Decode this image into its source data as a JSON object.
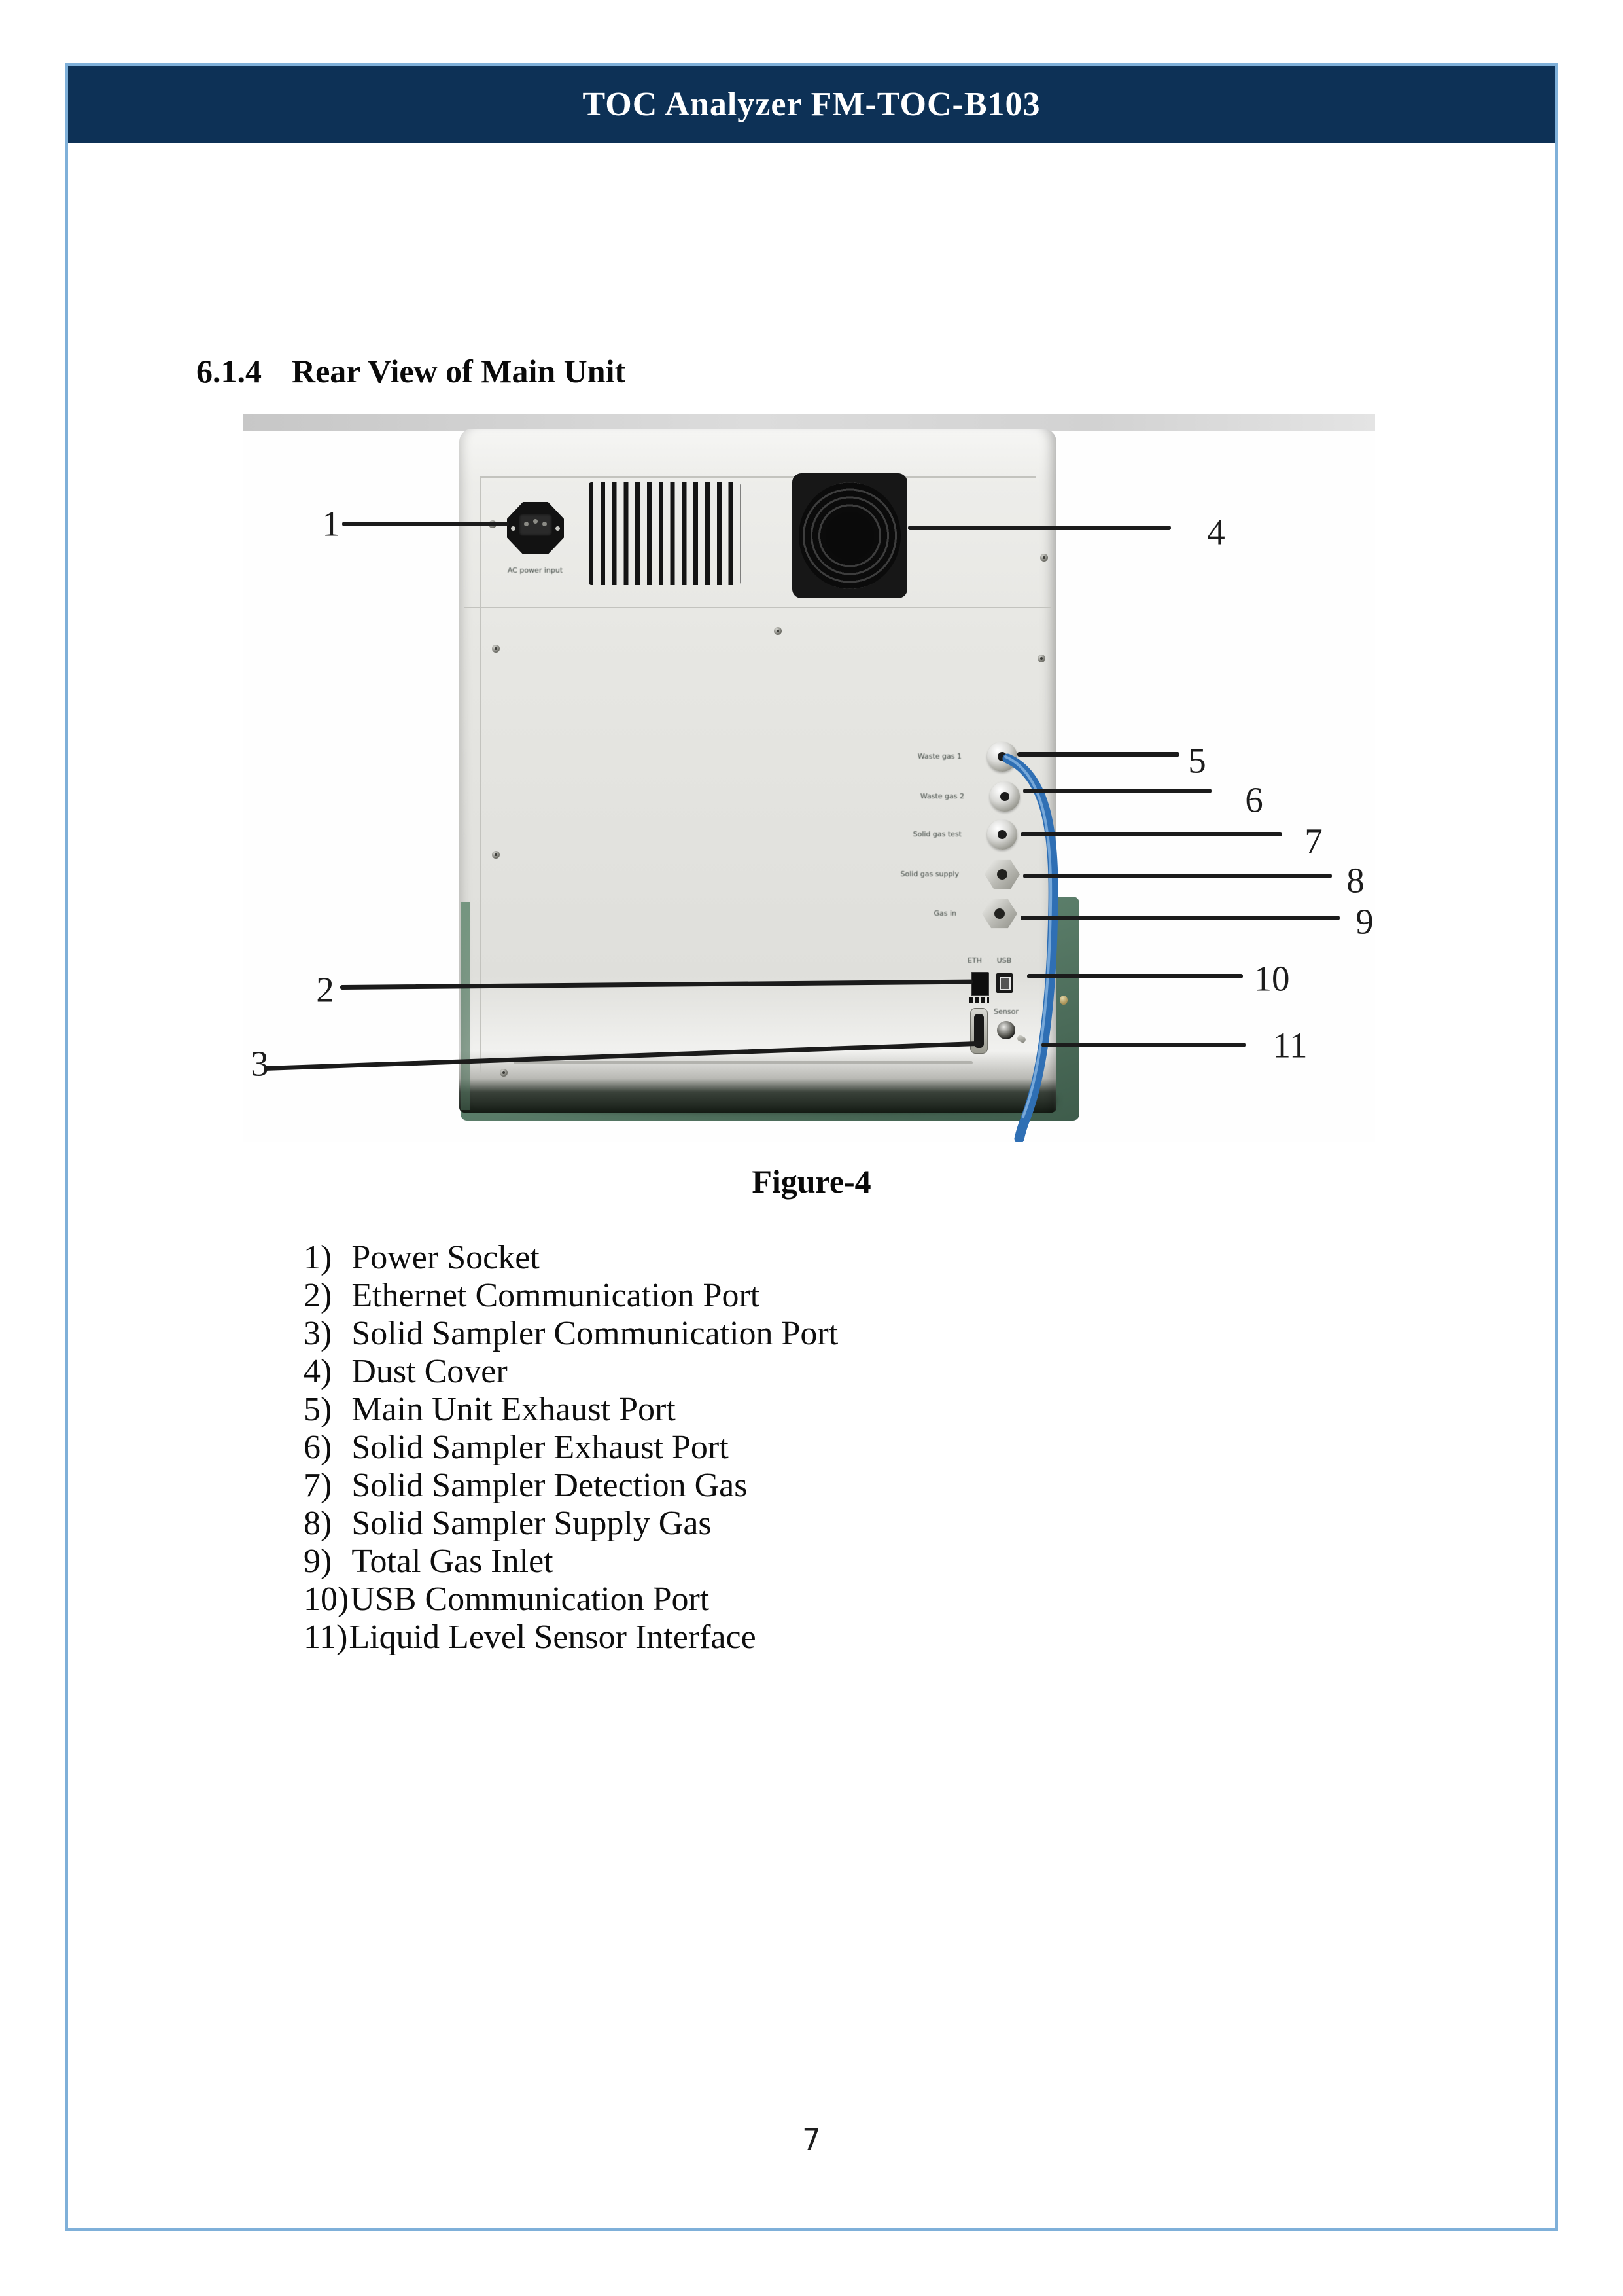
{
  "header": {
    "title": "TOC Analyzer FM-TOC-B103"
  },
  "section": {
    "number": "6.1.4",
    "title": "Rear View of Main Unit"
  },
  "figure": {
    "caption": "Figure-4",
    "callouts": [
      "1",
      "2",
      "3",
      "4",
      "5",
      "6",
      "7",
      "8",
      "9",
      "10",
      "11"
    ],
    "unit_labels": {
      "power": "AC power input",
      "port5": "Waste gas 1",
      "port6": "Waste gas 2",
      "port7": "Solid gas test",
      "port8": "Solid gas supply",
      "port9": "Gas in",
      "eth": "ETH",
      "usb": "USB",
      "sensor": "Sensor"
    }
  },
  "parts_list": [
    {
      "num": "1)",
      "label": "Power Socket"
    },
    {
      "num": "2)",
      "label": "Ethernet Communication Port"
    },
    {
      "num": "3)",
      "label": "Solid Sampler Communication Port"
    },
    {
      "num": "4)",
      "label": "Dust Cover"
    },
    {
      "num": "5)",
      "label": "Main Unit Exhaust Port"
    },
    {
      "num": "6)",
      "label": "Solid Sampler Exhaust Port"
    },
    {
      "num": "7)",
      "label": "Solid Sampler Detection Gas"
    },
    {
      "num": "8)",
      "label": "Solid Sampler Supply Gas"
    },
    {
      "num": "9)",
      "label": "Total Gas Inlet"
    },
    {
      "num": "10)",
      "label": "USB Communication Port"
    },
    {
      "num": "11)",
      "label": "Liquid Level Sensor Interface"
    }
  ],
  "footer": {
    "page_number": "7"
  },
  "colors": {
    "header_bg": "#0d3156",
    "page_border": "#7fb0d9",
    "tube_blue": "#2f6fb4",
    "base_green": "#5d806c",
    "callout_black": "#1b1b1b"
  }
}
